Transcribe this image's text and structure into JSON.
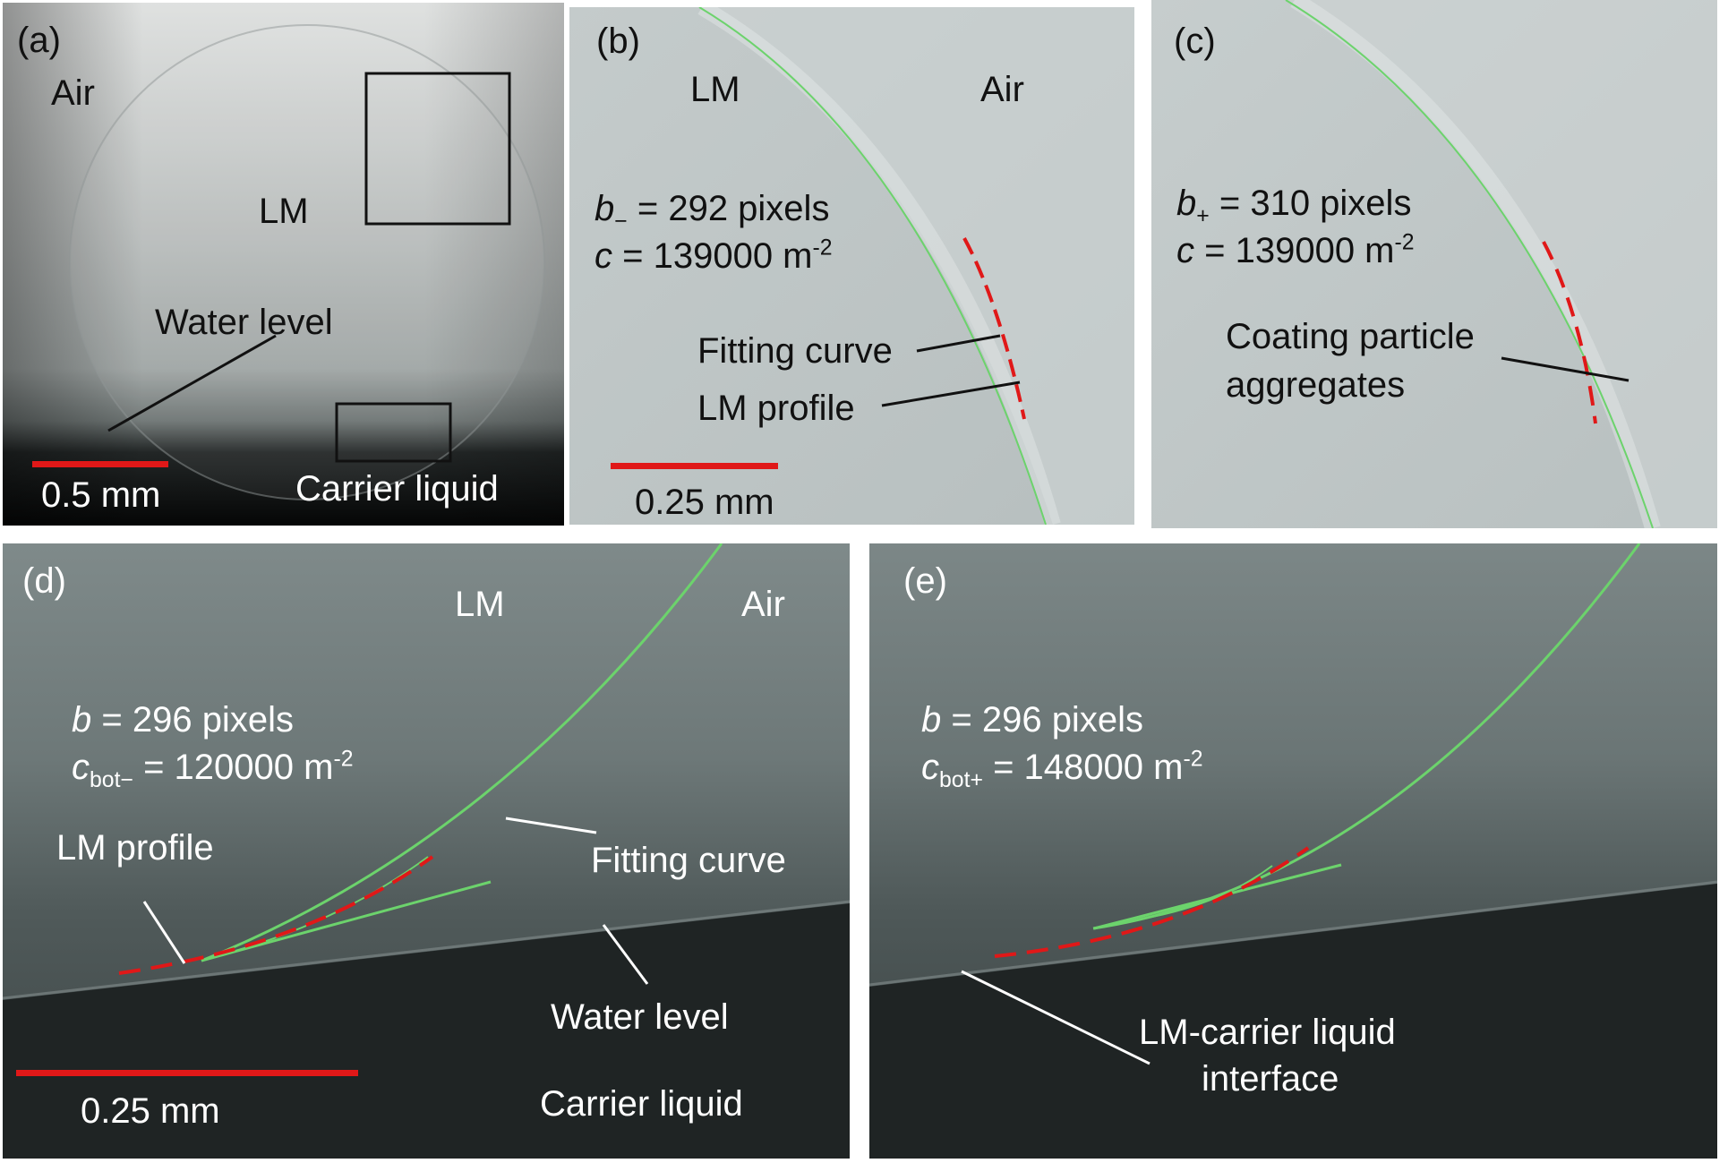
{
  "panels": {
    "a": {
      "tag": "(a)",
      "air": "Air",
      "lm": "LM",
      "water_level": "Water level",
      "carrier_liquid": "Carrier liquid",
      "scale": "0.5 mm"
    },
    "b": {
      "tag": "(b)",
      "lm": "LM",
      "air": "Air",
      "b_sym": "b",
      "b_sub": "−",
      "b_val": " = 292 pixels",
      "c_sym": "c",
      "c_val": " = 139000 m",
      "c_exp": "-2",
      "fitting_curve": "Fitting curve",
      "lm_profile": "LM profile",
      "scale": "0.25 mm"
    },
    "c": {
      "tag": "(c)",
      "b_sym": "b",
      "b_sub": "+",
      "b_val": " = 310 pixels",
      "c_sym": "c",
      "c_val": " = 139000 m",
      "c_exp": "-2",
      "coating_1": "Coating particle",
      "coating_2": "aggregates"
    },
    "d": {
      "tag": "(d)",
      "lm": "LM",
      "air": "Air",
      "b_sym": "b",
      "b_val": " = 296 pixels",
      "c_sym": "c",
      "c_sub": "bot−",
      "c_val": " = 120000 m",
      "c_exp": "-2",
      "lm_profile": "LM profile",
      "fitting_curve": "Fitting curve",
      "water_level": "Water level",
      "carrier_liquid": "Carrier liquid",
      "scale": "0.25 mm"
    },
    "e": {
      "tag": "(e)",
      "b_sym": "b",
      "b_val": " = 296 pixels",
      "c_sym": "c",
      "c_sub": "bot+",
      "c_val": " = 148000 m",
      "c_exp": "-2",
      "interface_1": "LM-carrier liquid",
      "interface_2": "interface"
    }
  },
  "colors": {
    "fitting_curve": "#6cd36c",
    "lm_profile_dash": "#e01818",
    "scale_bar": "#e01818",
    "pointer_dark": "#111111",
    "pointer_light": "#ffffff"
  }
}
